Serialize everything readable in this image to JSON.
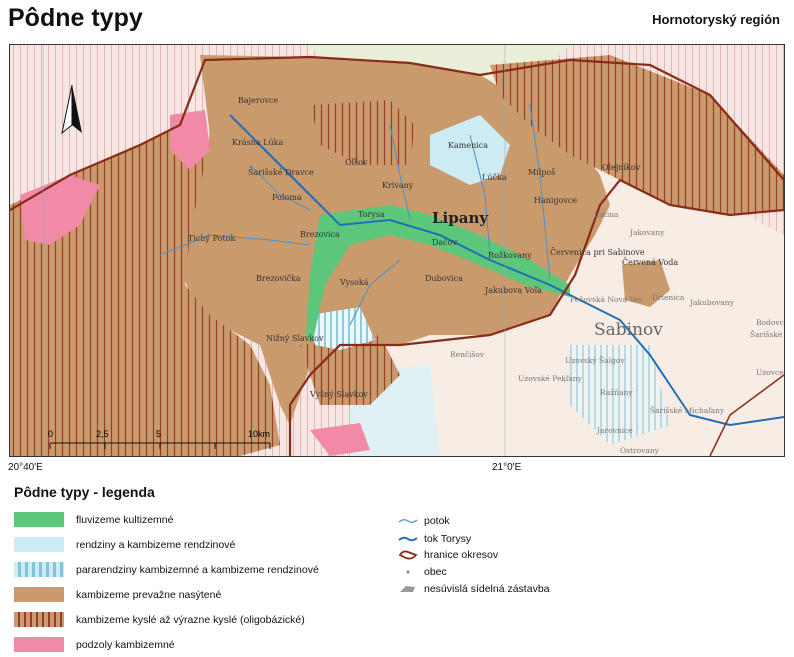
{
  "header": {
    "title": "Pôdne typy",
    "region": "Hornotoryský región"
  },
  "map": {
    "coords": [
      "20°40'E",
      "21°0'E"
    ],
    "scale": {
      "ticks": [
        "0",
        "2,5",
        "5",
        "10km"
      ]
    },
    "places_main": [
      "Bajerovce",
      "Krásna Lúka",
      "Šarišské Dravce",
      "Poloma",
      "Oľšov",
      "Krivany",
      "Kamenica",
      "Lúčka",
      "Milpoš",
      "Hanigovce",
      "Olejníkov",
      "Tichý Potok",
      "Brezovica",
      "Torysa",
      "Dačov",
      "Rožkovany",
      "Červenica pri Sabinove",
      "Červená Voda",
      "Brezovička",
      "Vysoká",
      "Dubovica",
      "Jakubova Voľa",
      "Nižný Slavkov",
      "Vyšný Slavkov"
    ],
    "big_place": "Lipany",
    "town": "Sabinov",
    "places_outer": [
      "Lutina",
      "Jakovany",
      "Pečovská Nová Ves",
      "Drienica",
      "Jakubovany",
      "Bodovce",
      "Šarišské Sokolovce",
      "Uzovce",
      "Renčišov",
      "Uzovský Šalgov",
      "Uzovské Pekľany",
      "Ražňany",
      "Šarišské Michaľany",
      "Jarovnice",
      "Ostrovany"
    ]
  },
  "legend": {
    "title": "Pôdne typy - legenda",
    "soils": [
      {
        "label": "fluvizeme kultizemné",
        "color": "#5cc77a"
      },
      {
        "label": "rendziny a kambizeme rendzinové",
        "color": "#cdebf2"
      },
      {
        "label": "pararendziny kambizemné a kambizeme rendzinové",
        "color": "#cdebf2"
      },
      {
        "label": "kambizeme prevažne nasýtené",
        "color": "#c99a6c"
      },
      {
        "label": "kambizeme kyslé až výrazne kyslé (oligobázické)",
        "color": "#c99a6c"
      },
      {
        "label": "podzoly kambizemné",
        "color": "#f08aa6"
      }
    ],
    "symbols": [
      {
        "label": "potok"
      },
      {
        "label": "tok Torysy"
      },
      {
        "label": "hranice okresov"
      },
      {
        "label": "obec"
      },
      {
        "label": "nesúvislá sídelná zástavba"
      }
    ]
  }
}
